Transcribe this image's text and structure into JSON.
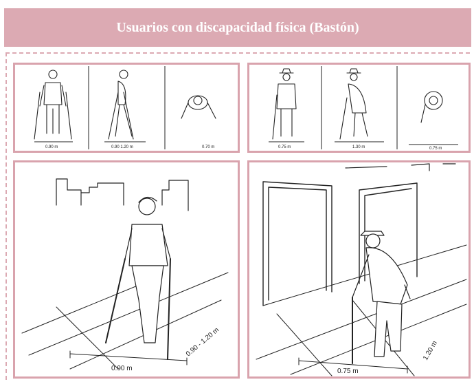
{
  "title": "Usuarios con discapacidad física (Bastón)",
  "top_left_panel": {
    "labels": [
      "0.90 m",
      "0.90 1.20 m",
      "0.70 m"
    ]
  },
  "top_right_panel": {
    "labels": [
      "0.75 m",
      "1.30 m",
      "0.75 m"
    ]
  },
  "bottom_left_panel": {
    "label_width": "0.90 m",
    "label_depth": "0.90 - 1.20 m"
  },
  "bottom_right_panel": {
    "label_width": "0.75 m",
    "label_depth": "1.20 m"
  },
  "colors": {
    "accent": "#dcaab3",
    "border": "#d9a3ad",
    "ink": "#222222"
  }
}
